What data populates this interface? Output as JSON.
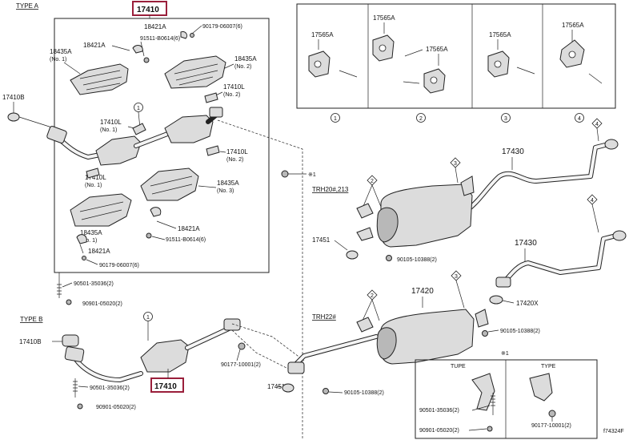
{
  "type_labels": {
    "a": "TYPE A",
    "b": "TYPE B"
  },
  "engine_labels": {
    "trn": "TRH20#,213",
    "trh": "TRH22#"
  },
  "highlight_parts": {
    "top": "17410",
    "bottom": "17410"
  },
  "figure_id": "f74324F",
  "callout_numbers": [
    "1",
    "2",
    "3",
    "4"
  ],
  "part_numbers": {
    "p17410B": "17410B",
    "p18421A_1": "18421A",
    "p18421A_2": "18421A",
    "p18421A_3": "18421A",
    "p18421A_4": "18421A",
    "p90179_1": "90179-06007(6)",
    "p90179_2": "90179-06007(6)",
    "p91511_1": "91511-B0614(6)",
    "p91511_2": "91511-B0614(6)",
    "p18435A_1": "18435A",
    "p18435A_1n": "(No. 1)",
    "p18435A_2": "18435A",
    "p18435A_2n": "(No. 2)",
    "p18435A_3": "18435A",
    "p18435A_3n": "(No. 3)",
    "p18435A_4": "18435A",
    "p18435A_4n": "(No. 1)",
    "p17410L_1": "17410L",
    "p17410L_1n": "(No. 1)",
    "p17410L_2": "17410L",
    "p17410L_2n": "(No. 2)",
    "p17410L_3": "17410L",
    "p17410L_3n": "(No. 2)",
    "p17410L_4": "17410L",
    "p17410L_4n": "(No. 1)",
    "p90501_1": "90501-35036(2)",
    "p90901_1": "90901-05020(2)",
    "p17410B_b": "17410B",
    "p90501_2": "90501-35036(2)",
    "p90901_2": "90901-05020(2)",
    "p90177_1": "90177-10001(2)",
    "p17451_1": "17451",
    "p17451_2": "17451",
    "p90105_1": "90105-10388(2)",
    "p90105_2": "90105-10388(2)",
    "p90105_3": "90105-10388(2)",
    "p17430_1": "17430",
    "p17430_2": "17430",
    "p17420": "17420",
    "p17420X": "17420X",
    "p17565A_1": "17565A",
    "p17565A_2": "17565A",
    "p17565A_3": "17565A",
    "p17565A_4": "17565A",
    "p17565A_5": "17565A",
    "p90501_3": "90501-35036(2)",
    "p90901_3": "90901-05020(2)",
    "p90177_2": "90177-10001(2)",
    "star_mark": "※1",
    "inset_star": "※1",
    "inset_left_title": "TUPE",
    "inset_right_title": "TYPE"
  },
  "colors": {
    "highlight": "#9a1f3b",
    "line": "#222222",
    "part_fill": "#dcdcdc"
  }
}
